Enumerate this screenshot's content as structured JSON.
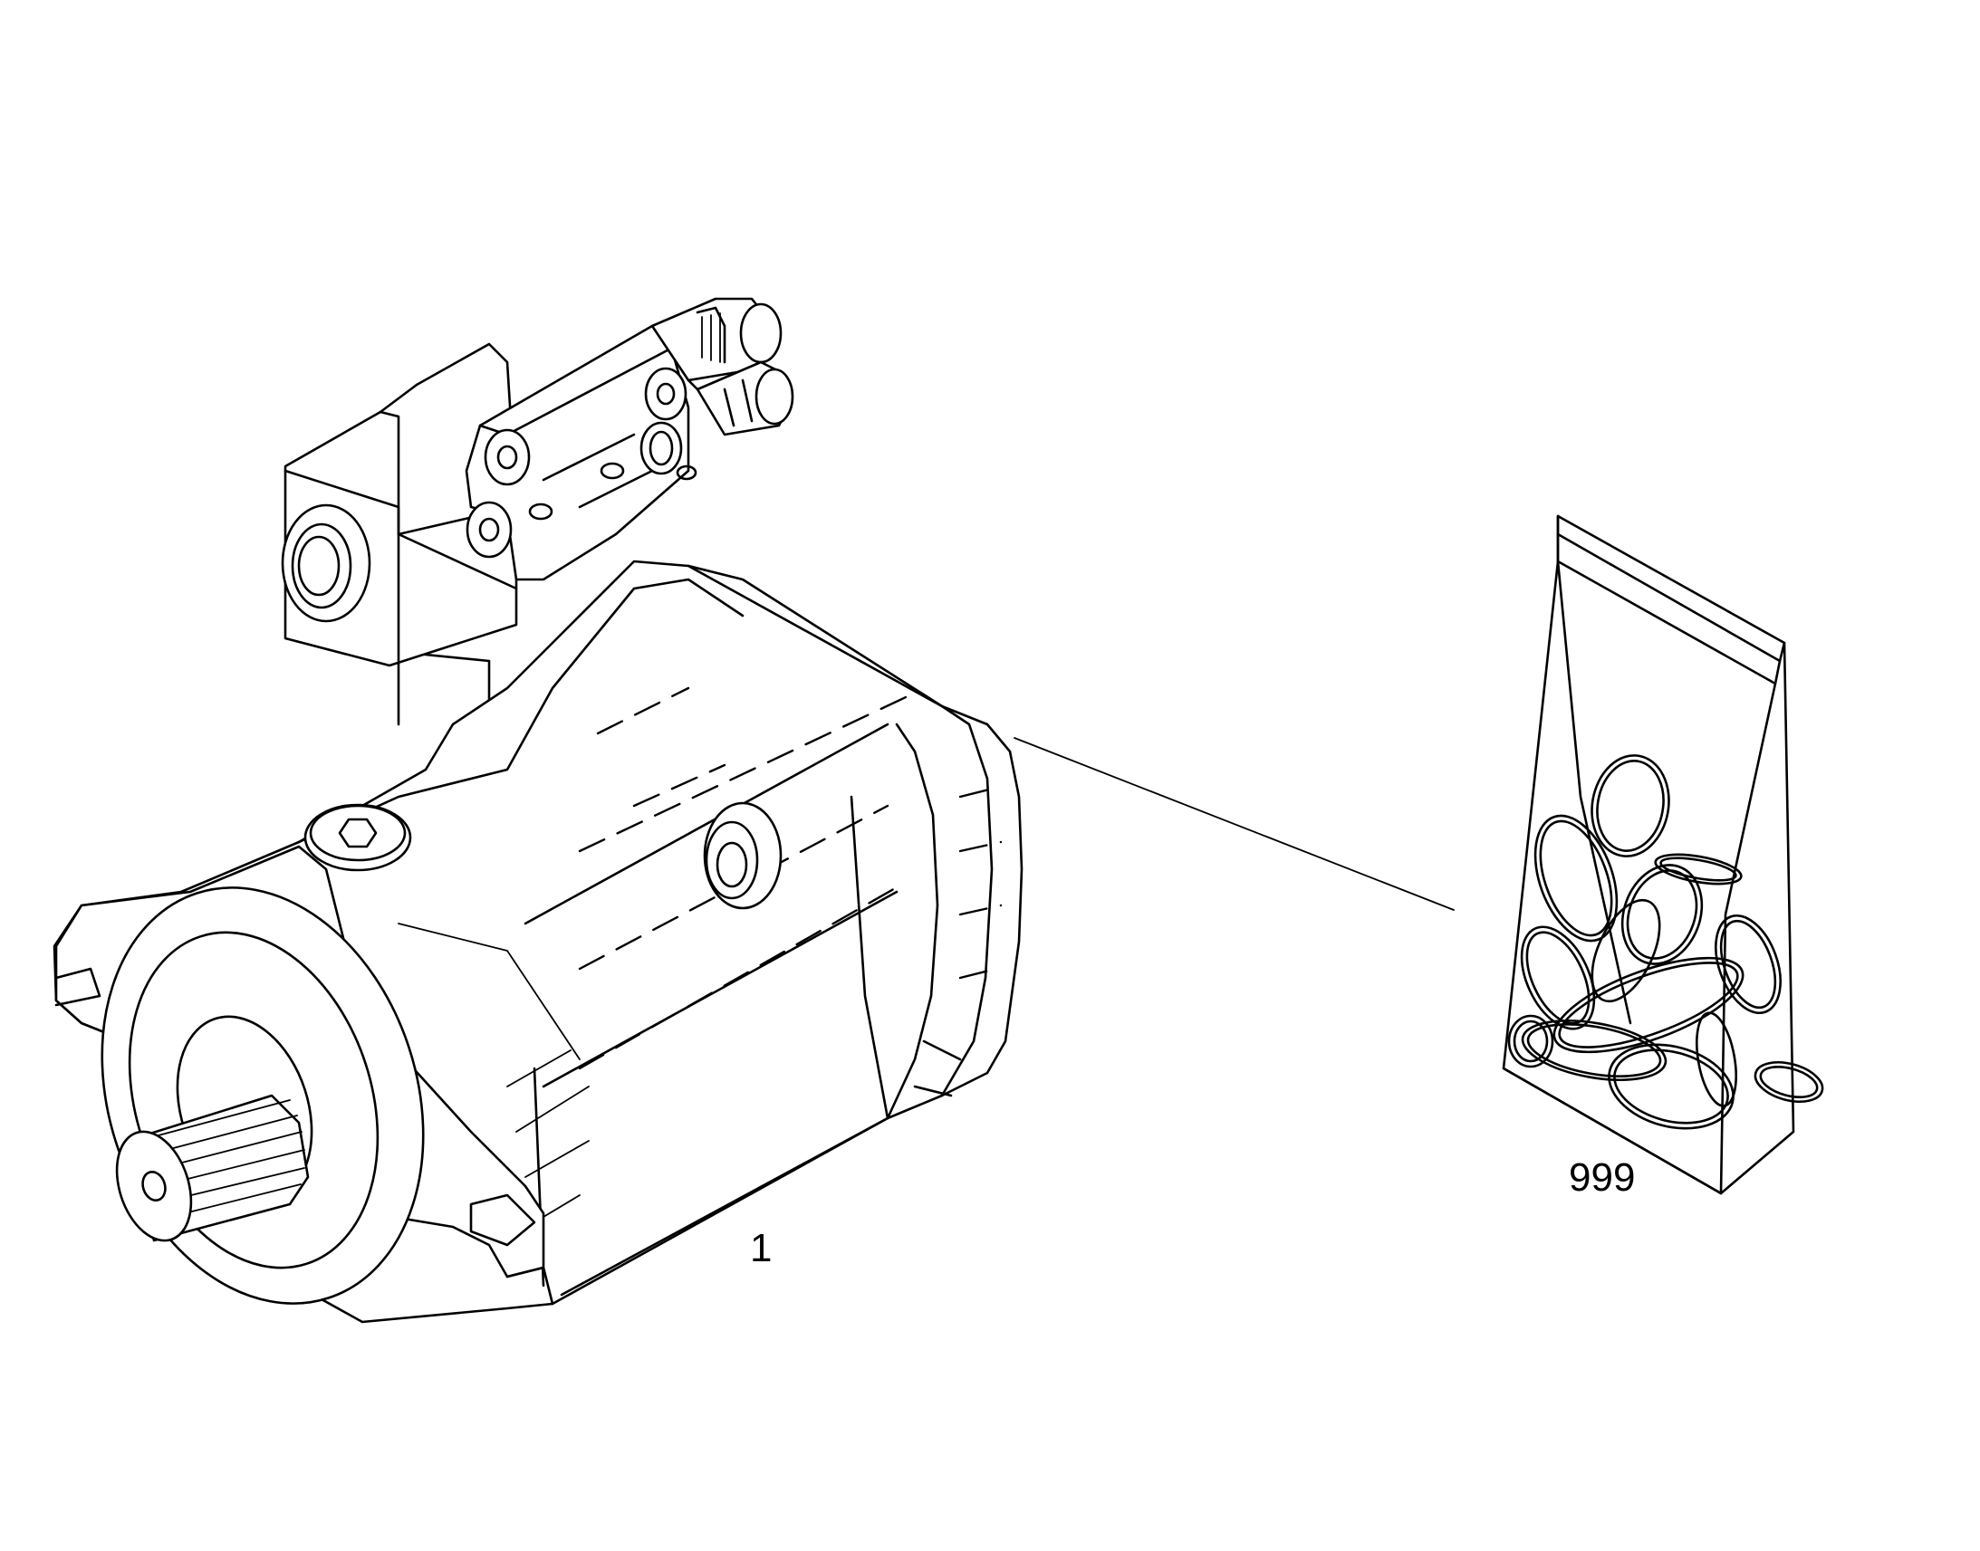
{
  "callouts": [
    {
      "label": "1",
      "part": "hydraulic-pump"
    },
    {
      "label": "999",
      "part": "seal-kit"
    }
  ]
}
